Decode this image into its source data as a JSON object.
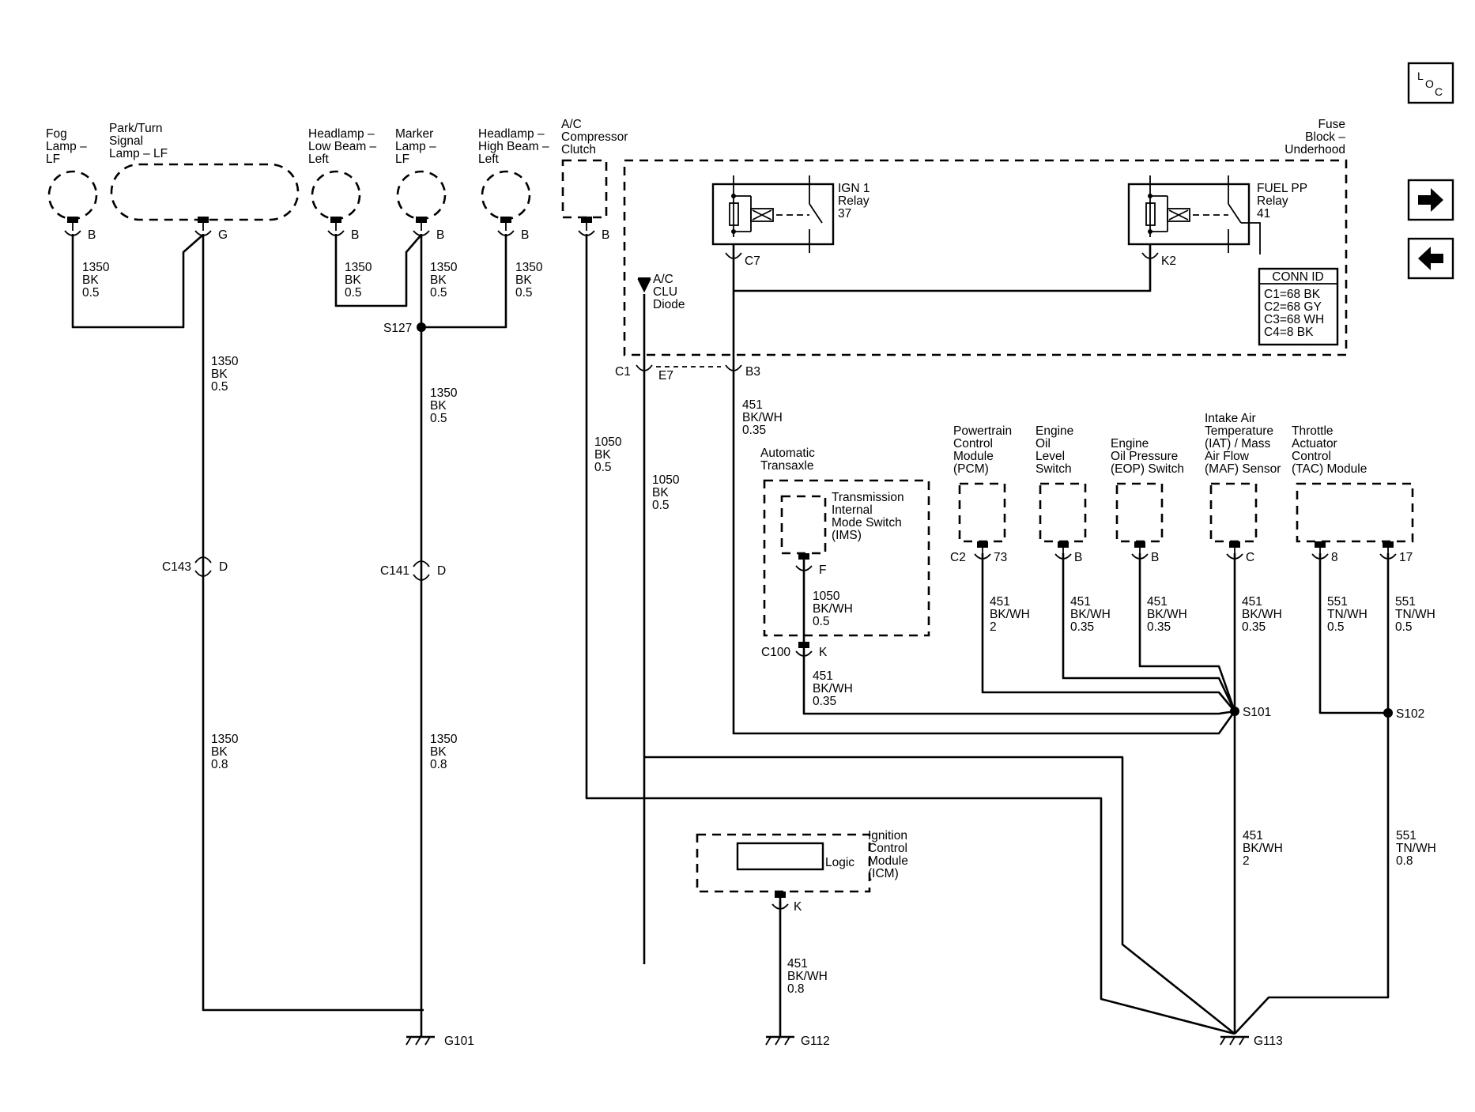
{
  "nav": {
    "loc_label": "LOC",
    "next_label": "next-page",
    "prev_label": "previous-page",
    "icons": {
      "loc": "loc-icon",
      "next": "arrow-right-icon",
      "prev": "arrow-left-icon"
    }
  },
  "components": {
    "fog_lamp": [
      "Fog",
      "Lamp –",
      "LF"
    ],
    "park_turn": [
      "Park/Turn",
      "Signal",
      "Lamp – LF"
    ],
    "headlamp_low": [
      "Headlamp –",
      "Low Beam –",
      "Left"
    ],
    "marker_lamp": [
      "Marker",
      "Lamp –",
      "LF"
    ],
    "headlamp_high": [
      "Headlamp –",
      "High Beam –",
      "Left"
    ],
    "ac_clutch": [
      "A/C",
      "Compressor",
      "Clutch"
    ],
    "fuse_block": [
      "Fuse",
      "Block –",
      "Underhood"
    ],
    "ign1_relay": [
      "IGN 1",
      "Relay",
      "37"
    ],
    "fuelpp_relay": [
      "FUEL PP",
      "Relay",
      "41"
    ],
    "ac_clu_diode": [
      "A/C",
      "CLU",
      "Diode"
    ],
    "auto_transaxle": [
      "Automatic",
      "Transaxle"
    ],
    "ims": [
      "Transmission",
      "Internal",
      "Mode Switch",
      "(IMS)"
    ],
    "pcm": [
      "Powertrain",
      "Control",
      "Module",
      "(PCM)"
    ],
    "eol": [
      "Engine",
      "Oil",
      "Level",
      "Switch"
    ],
    "eop": [
      "Engine",
      "Oil Pressure",
      "(EOP) Switch"
    ],
    "iat_maf": [
      "Intake Air",
      "Temperature",
      "(IAT) / Mass",
      "Air Flow",
      "(MAF) Sensor"
    ],
    "tac": [
      "Throttle",
      "Actuator",
      "Control",
      "(TAC) Module"
    ],
    "icm": [
      "Ignition",
      "Control",
      "Module",
      "(ICM)"
    ],
    "icm_logic": "Logic"
  },
  "conn_id": {
    "title": "CONN ID",
    "rows": [
      "C1=68 BK",
      "C2=68 GY",
      "C3=68 WH",
      "C4=8 BK"
    ]
  },
  "pins": {
    "fog_b": "B",
    "park_g": "G",
    "low_b": "B",
    "marker_b": "B",
    "high_b": "B",
    "ac_b": "B",
    "c7": "C7",
    "k2": "K2",
    "c1": "C1",
    "e7": "E7",
    "b3": "B3",
    "ims_f": "F",
    "c100": "C100",
    "c100_k": "K",
    "c2": "C2",
    "pcm_73": "73",
    "eol_b": "B",
    "eop_b": "B",
    "iat_c": "C",
    "tac_8": "8",
    "tac_17": "17",
    "icm_k": "K",
    "c143": "C143",
    "c143_d": "D",
    "c141": "C141",
    "c141_d": "D"
  },
  "splices": {
    "s127": "S127",
    "s101": "S101",
    "s102": "S102"
  },
  "grounds": {
    "g101": "G101",
    "g112": "G112",
    "g113": "G113"
  },
  "wires": {
    "fog": [
      "1350",
      "BK",
      "0.5"
    ],
    "low": [
      "1350",
      "BK",
      "0.5"
    ],
    "marker": [
      "1350",
      "BK",
      "0.5"
    ],
    "high": [
      "1350",
      "BK",
      "0.5"
    ],
    "park_down": [
      "1350",
      "BK",
      "0.5"
    ],
    "s127_down": [
      "1350",
      "BK",
      "0.5"
    ],
    "ac_clutch": [
      "1050",
      "BK",
      "0.5"
    ],
    "diode": [
      "1050",
      "BK",
      "0.5"
    ],
    "b3": [
      "451",
      "BK/WH",
      "0.35"
    ],
    "ims": [
      "1050",
      "BK/WH",
      "0.5"
    ],
    "c100": [
      "451",
      "BK/WH",
      "0.35"
    ],
    "pcm": [
      "451",
      "BK/WH",
      "2"
    ],
    "eol": [
      "451",
      "BK/WH",
      "0.35"
    ],
    "eop": [
      "451",
      "BK/WH",
      "0.35"
    ],
    "iat": [
      "451",
      "BK/WH",
      "0.35"
    ],
    "tac8": [
      "551",
      "TN/WH",
      "0.5"
    ],
    "tac17": [
      "551",
      "TN/WH",
      "0.5"
    ],
    "c143_down": [
      "1350",
      "BK",
      "0.8"
    ],
    "c141_down": [
      "1350",
      "BK",
      "0.8"
    ],
    "s101_down": [
      "451",
      "BK/WH",
      "2"
    ],
    "s102_down": [
      "551",
      "TN/WH",
      "0.8"
    ],
    "icm": [
      "451",
      "BK/WH",
      "0.8"
    ]
  }
}
